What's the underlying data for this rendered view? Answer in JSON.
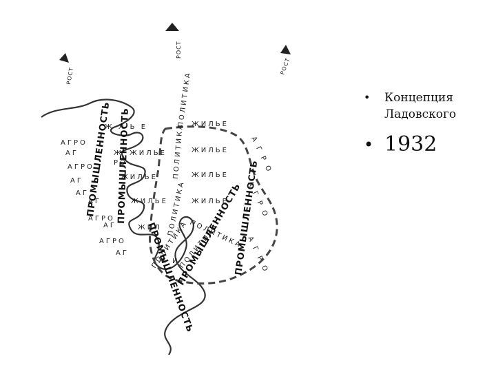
{
  "diagram": {
    "arrow_label": "РОСТ",
    "housing": "ЖИЛЬЕ",
    "housing_fragments": [
      "ЖИЛЬЕ",
      "Ж Л Ь Е",
      "Ж",
      "РО",
      "ЖИЛ",
      "Ж И"
    ],
    "politics": "ПОЛИТИКА",
    "industry": "ПРОМЫШЛЕННОСТЬ",
    "agro_full": "АГРО",
    "agro_short": "АГ",
    "agro_east": "А Г Р О"
  },
  "bullets": [
    {
      "text": "Концепция Ладовского"
    },
    {
      "text": "1932"
    }
  ]
}
